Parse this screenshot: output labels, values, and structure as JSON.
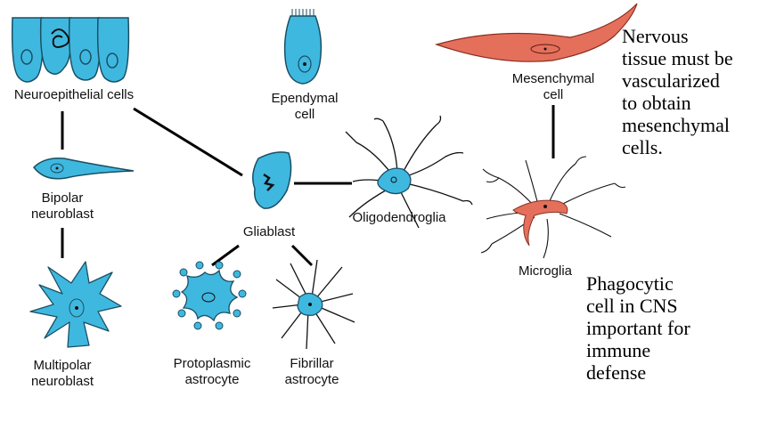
{
  "labels": {
    "neuroepithelial": "Neuroepithelial cells",
    "ependymal_line1": "Ependymal",
    "ependymal_line2": "cell",
    "mesenchymal_line1": "Mesenchymal",
    "mesenchymal_line2": "cell",
    "bipolar_line1": "Bipolar",
    "bipolar_line2": "neuroblast",
    "gliablast": "Gliablast",
    "oligodendroglia": "Oligodendroglia",
    "microglia": "Microglia",
    "multipolar_line1": "Multipolar",
    "multipolar_line2": "neuroblast",
    "protoplasmic_line1": "Protoplasmic",
    "protoplasmic_line2": "astrocyte",
    "fibrillar_line1": "Fibrillar",
    "fibrillar_line2": "astrocyte"
  },
  "notes": {
    "vascular": [
      "Nervous",
      "tissue must be",
      "vascularized",
      "to obtain",
      "mesenchymal",
      "cells."
    ],
    "phagocytic": [
      "Phagocytic",
      "cell in CNS",
      "important for",
      "immune",
      "defense"
    ]
  },
  "colors": {
    "cell_fill": "#3fb8e0",
    "cell_stroke": "#1a4f63",
    "mesenchymal_fill": "#e4705c",
    "line": "#000000"
  }
}
